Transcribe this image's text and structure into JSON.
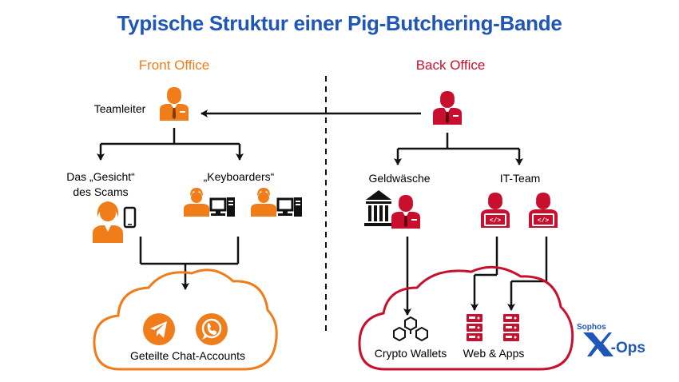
{
  "title": "Typische Struktur einer Pig-Butchering-Bande",
  "front_office": {
    "heading": "Front Office",
    "teamleiter": "Teamleiter",
    "gesicht_line1": "Das „Gesicht“",
    "gesicht_line2": "des Scams",
    "keyboarders": "„Keyboarders“",
    "cloud_label": "Geteilte Chat-Accounts"
  },
  "back_office": {
    "heading": "Back Office",
    "geldwaesche": "Geldwäsche",
    "it_team": "IT-Team",
    "crypto": "Crypto Wallets",
    "web_apps": "Web & Apps"
  },
  "logo": {
    "line1": "Sophos",
    "line2": "X-Ops"
  },
  "colors": {
    "title": "#1f56b8",
    "front": "#f07c1a",
    "back": "#c8102e",
    "logo": "#1f56b8"
  }
}
